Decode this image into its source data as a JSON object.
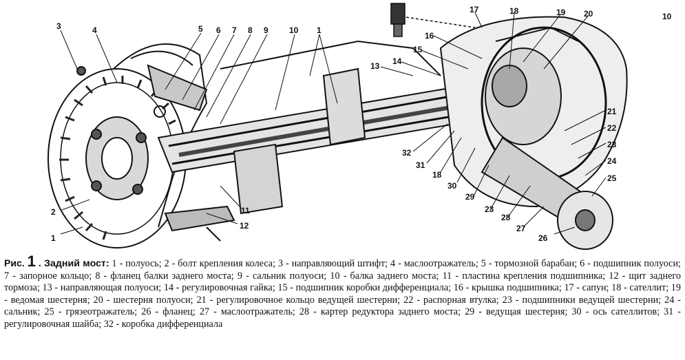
{
  "figure": {
    "labels": [
      "1",
      "2",
      "3",
      "4",
      "5",
      "6",
      "7",
      "8",
      "9",
      "10",
      "1",
      "13",
      "14",
      "15",
      "16",
      "17",
      "18",
      "19",
      "20",
      "10",
      "21",
      "22",
      "23",
      "24",
      "25",
      "26",
      "27",
      "28",
      "29",
      "30",
      "31",
      "32",
      "18",
      "23",
      "11",
      "12"
    ]
  },
  "caption": {
    "prefix": "Рис.",
    "number": "1",
    "title": ". Задний мост:",
    "text": "1 - полуось; 2 - болт крепления колеса; 3 - направляющий штифт; 4 - маслоотражатель; 5 - тормозной барабан; 6 - подшипник полуоси; 7 - запорное кольцо; 8 - фланец балки заднего моста; 9 - сальник полуоси; 10 - балка заднего моста; 11 - пластина крепления подшипника; 12 - щит заднего тормоза; 13 - направляющая полуоси; 14 - регулировочная гайка; 15 - подшипник коробки дифференциала; 16 - крышка подшипника; 17 - сапун; 18 - сателлит; 19 - ведомая шестерня; 20 - шестерня полуоси; 21 - регулировочное кольцо ведущей шестерни; 22 - распорная втулка; 23 - подшипники ведущей шестерни; 24 - сальник; 25 - грязеотражатель; 26 - фланец; 27 - маслоотражатель; 28 - картер редуктора заднего моста; 29 - ведущая шестерня; 30 - ось сателлитов; 31 - регулировочная шайба; 32 - коробка дифференциала"
  }
}
